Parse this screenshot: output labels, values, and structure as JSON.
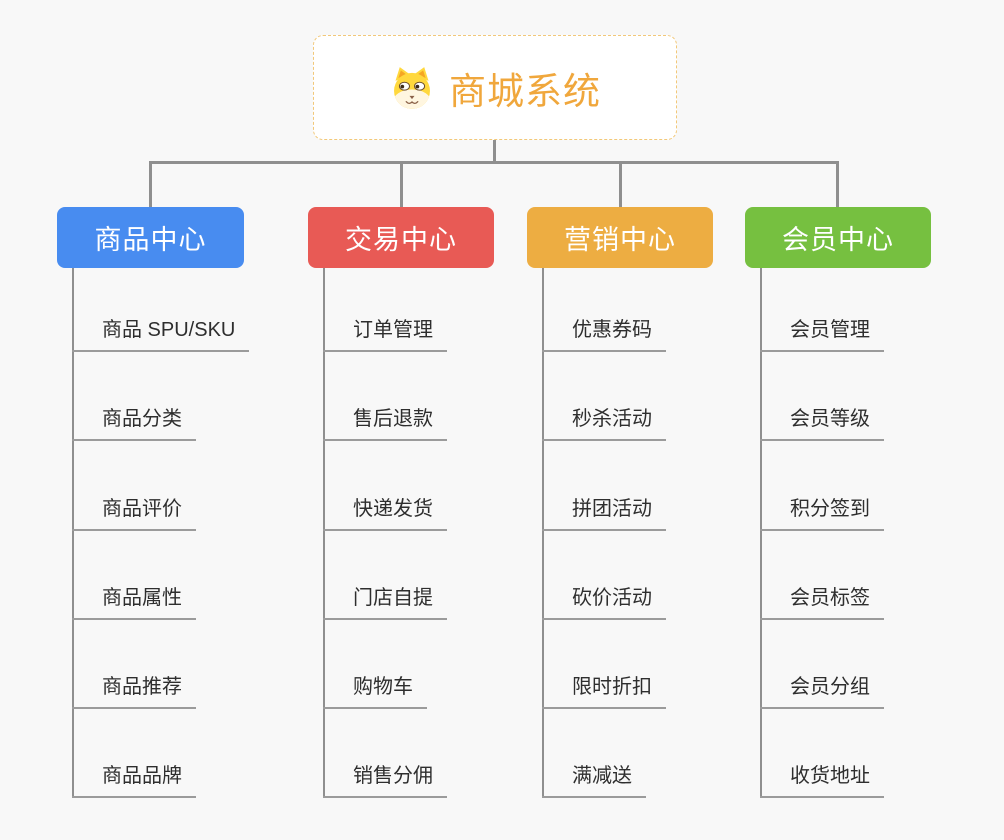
{
  "title": {
    "label": "商城系统",
    "icon": "dog-face-icon",
    "text_color": "#F0A73C",
    "border_color": "#F2C879"
  },
  "connector_color": "#8F8F8F",
  "background_color": "#F8F8F8",
  "branches": [
    {
      "label": "商品中心",
      "color": "#488CF0",
      "items": [
        "商品 SPU/SKU",
        "商品分类",
        "商品评价",
        "商品属性",
        "商品推荐",
        "商品品牌"
      ]
    },
    {
      "label": "交易中心",
      "color": "#E85A55",
      "items": [
        "订单管理",
        "售后退款",
        "快递发货",
        "门店自提",
        "购物车",
        "销售分佣"
      ]
    },
    {
      "label": "营销中心",
      "color": "#EDAD42",
      "items": [
        "优惠券码",
        "秒杀活动",
        "拼团活动",
        "砍价活动",
        "限时折扣",
        "满减送"
      ]
    },
    {
      "label": "会员中心",
      "color": "#76C040",
      "items": [
        "会员管理",
        "会员等级",
        "积分签到",
        "会员标签",
        "会员分组",
        "收货地址"
      ]
    }
  ]
}
